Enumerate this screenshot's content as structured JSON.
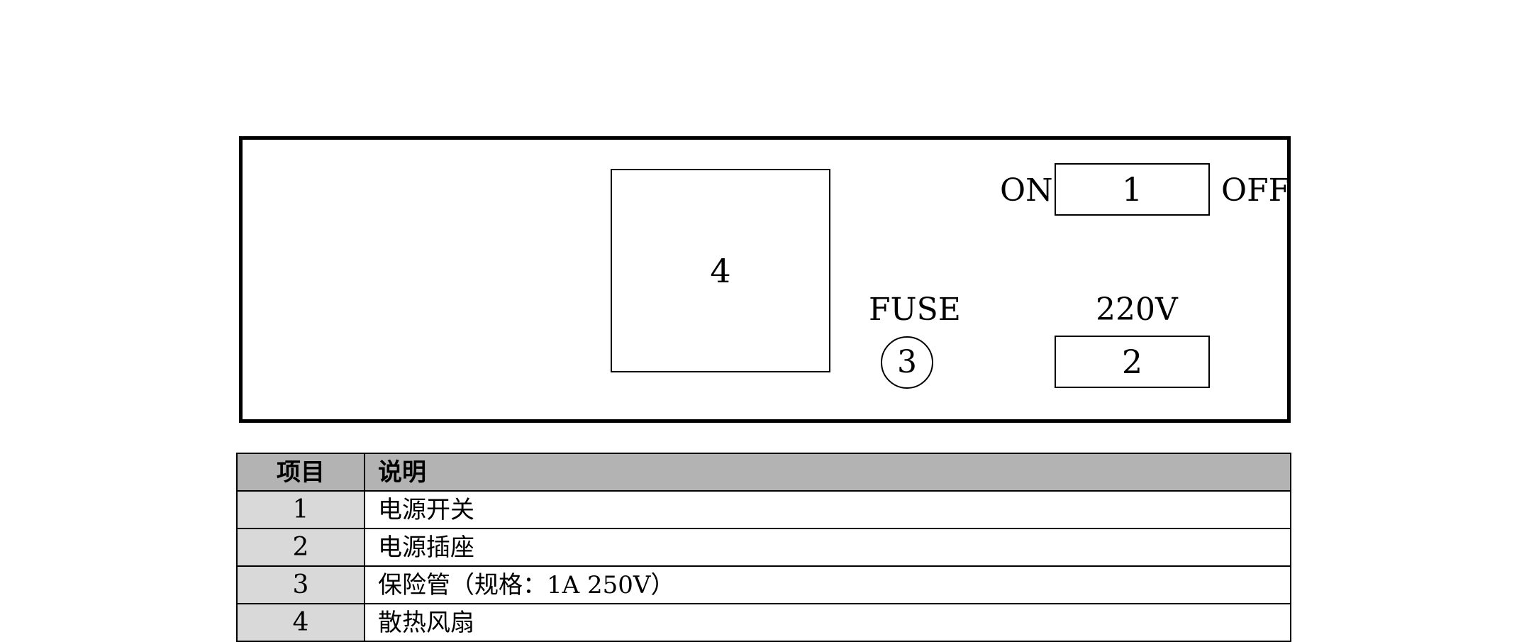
{
  "panel": {
    "fan_label": "4",
    "switch_label": "1",
    "on_label": "ON",
    "off_label": "OFF",
    "fuse_label": "FUSE",
    "fuse_number": "3",
    "voltage_label": "220V",
    "socket_label": "2"
  },
  "table": {
    "headers": [
      "项目",
      "说明"
    ],
    "rows": [
      {
        "item": "1",
        "desc": "电源开关"
      },
      {
        "item": "2",
        "desc": "电源插座"
      },
      {
        "item": "3",
        "desc": "保险管（规格：1A  250V）"
      },
      {
        "item": "4",
        "desc": "散热风扇"
      }
    ]
  }
}
